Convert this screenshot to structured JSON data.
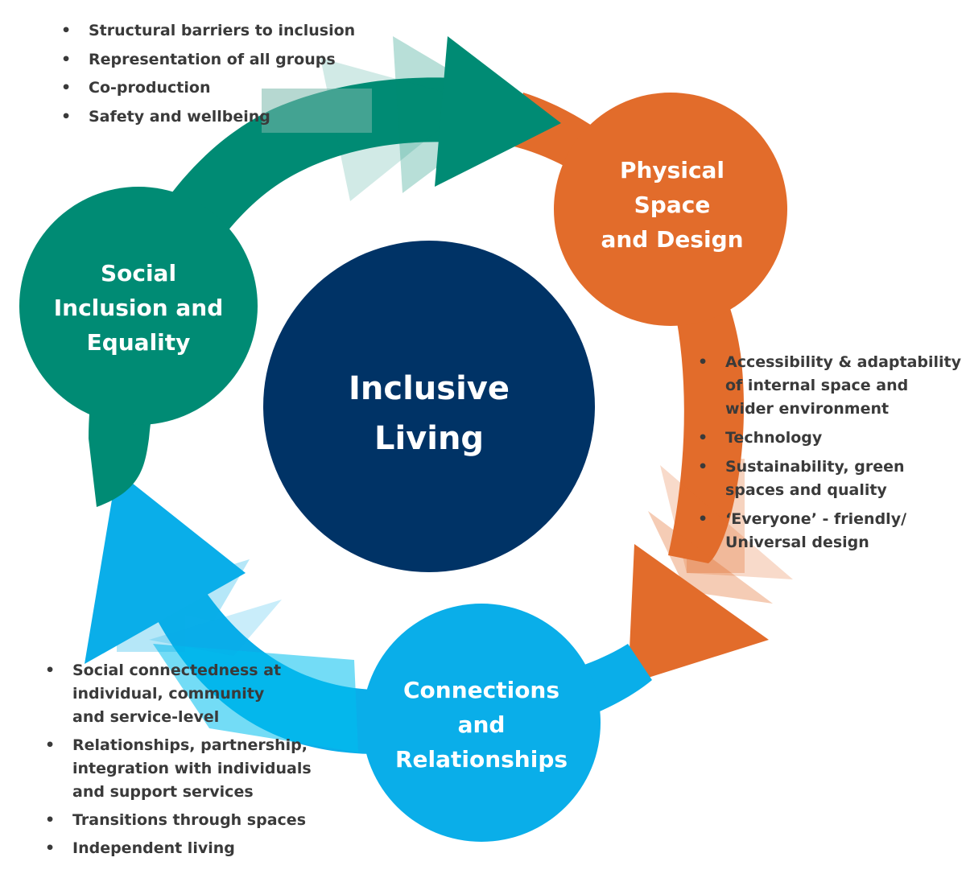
{
  "colors": {
    "teal": "#008b74",
    "orange": "#e26c2b",
    "blue": "#0aaee9",
    "navy": "#003366",
    "bullet_text": "#3a3a3a"
  },
  "center": {
    "lines": [
      "Inclusive",
      "Living"
    ]
  },
  "nodes": {
    "social": {
      "lines": [
        "Social",
        "Inclusion and",
        "Equality"
      ]
    },
    "physical": {
      "lines": [
        "Physical",
        "Space",
        "and Design"
      ]
    },
    "connections": {
      "lines": [
        "Connections",
        "and",
        "Relationships"
      ]
    }
  },
  "lists": {
    "social": [
      {
        "lines": [
          "Structural barriers to inclusion"
        ]
      },
      {
        "lines": [
          "Representation of all groups"
        ]
      },
      {
        "lines": [
          "Co-production"
        ]
      },
      {
        "lines": [
          "Safety and wellbeing"
        ]
      }
    ],
    "physical": [
      {
        "lines": [
          "Accessibility & adaptability",
          "of internal space and",
          "wider  environment"
        ]
      },
      {
        "lines": [
          "Technology"
        ]
      },
      {
        "lines": [
          "Sustainability, green",
          "spaces and quality"
        ]
      },
      {
        "lines": [
          "‘Everyone’ - friendly/",
          "Universal design"
        ]
      }
    ],
    "connections": [
      {
        "lines": [
          "Social connectedness at",
          "individual, community",
          "and service-level"
        ]
      },
      {
        "lines": [
          "Relationships, partnership,",
          "integration with individuals",
          "and support services"
        ]
      },
      {
        "lines": [
          "Transitions through spaces"
        ]
      },
      {
        "lines": [
          "Independent living"
        ]
      }
    ]
  }
}
